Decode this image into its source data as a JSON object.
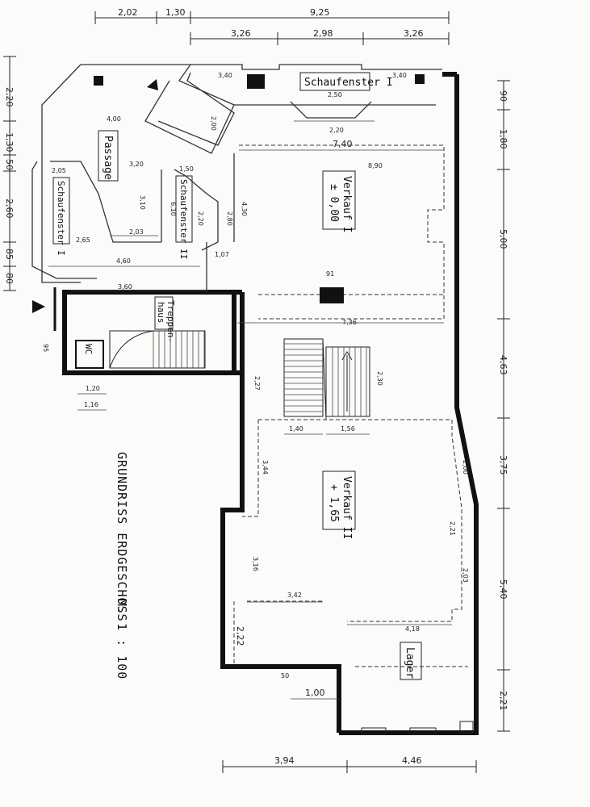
{
  "title": "GRUNDRISS ERDGESCHOSS",
  "scale": "M. 1 : 100",
  "rooms": {
    "verkauf1": "Verkauf I",
    "verkauf1_level": "± 0,00",
    "verkauf2": "Verkauf II",
    "verkauf2_level": "+ 1,65",
    "passage": "Passage",
    "schaufenster_top": "Schaufenster I",
    "schaufenster_left": "Schaufenster I",
    "schaufenster_mid": "Schaufenster II",
    "treppenhaus_1": "Treppen-",
    "treppenhaus_2": "haus",
    "wc": "WC",
    "lager": "Lager"
  },
  "dims_top_row1": [
    "2,02",
    "1,30",
    "9,25"
  ],
  "dims_top_row2": [
    "3,26",
    "2,98",
    "3,26"
  ],
  "dims_right": [
    "90",
    "1,80",
    "5,00",
    "4,63",
    "3,75",
    "5,40",
    "2,21"
  ],
  "dims_left": [
    "2,20",
    "1,30",
    "50",
    "2,60",
    "85",
    "80"
  ],
  "dims_bottom": [
    "3,94",
    "4,46"
  ],
  "dims_inner": {
    "d340a": "3,40",
    "d340b": "3,40",
    "d250": "2,50",
    "d220": "2,20",
    "d740": "7,40",
    "d890": "8,90",
    "d400": "4,00",
    "d320": "3,20",
    "d205": "2,05",
    "d265": "2,65",
    "d310": "3,10",
    "d203": "2,03",
    "d460": "4,60",
    "d360": "3,60",
    "d150": "1,50",
    "d220b": "2,20",
    "d200": "2,00",
    "d107": "1,07",
    "d736": "7,36",
    "d091": "91",
    "d230": "2,30",
    "d227": "2,27",
    "d140": "1,40",
    "d156": "1,56",
    "d344": "3,44",
    "d200b": "2,00",
    "d221": "2,21",
    "d316": "3,16",
    "d342": "3,42",
    "d418": "4,18",
    "d203b": "2,03",
    "d222": "2,22",
    "d100": "1,00",
    "d050": "50",
    "d120": "1,20",
    "d116": "1,16",
    "d095": "95",
    "d610": "6,10",
    "d280": "2,80",
    "d430": "4,30"
  }
}
